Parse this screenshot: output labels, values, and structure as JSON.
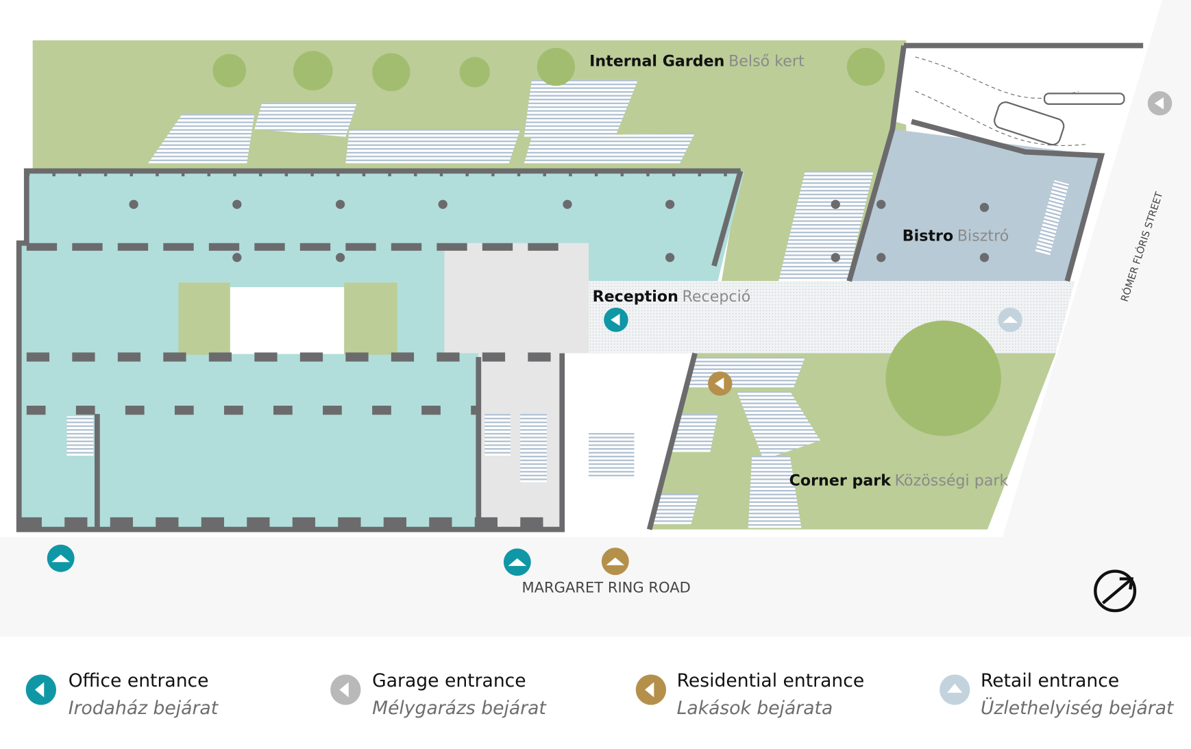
{
  "map": {
    "areas": {
      "internal_garden": {
        "en": "Internal Garden",
        "hu": "Belső kert"
      },
      "reception": {
        "en": "Reception",
        "hu": "Recepció"
      },
      "bistro": {
        "en": "Bistro",
        "hu": "Bisztró"
      },
      "corner_park": {
        "en": "Corner park",
        "hu": "Közösségi park"
      }
    },
    "streets": {
      "road": "MARGARET RING ROAD",
      "street": "RÓMER FLÓRIS STREET"
    },
    "compass_icon": "north-arrow-icon"
  },
  "legend": [
    {
      "title": "Office entrance",
      "subtitle": "Irodaház bejárat",
      "color": "#0f97a6",
      "icon": "arrow-left-icon"
    },
    {
      "title": "Garage entrance",
      "subtitle": "Mélygarázs bejárat",
      "color": "#b9b9b9",
      "icon": "arrow-left-icon"
    },
    {
      "title": "Residential entrance",
      "subtitle": "Lakások  bejárata",
      "color": "#b4904a",
      "icon": "arrow-left-icon"
    },
    {
      "title": "Retail entrance",
      "subtitle": "Üzlethelyiség  bejárat",
      "color": "#c3d3dd",
      "icon": "arrow-up-icon"
    }
  ]
}
